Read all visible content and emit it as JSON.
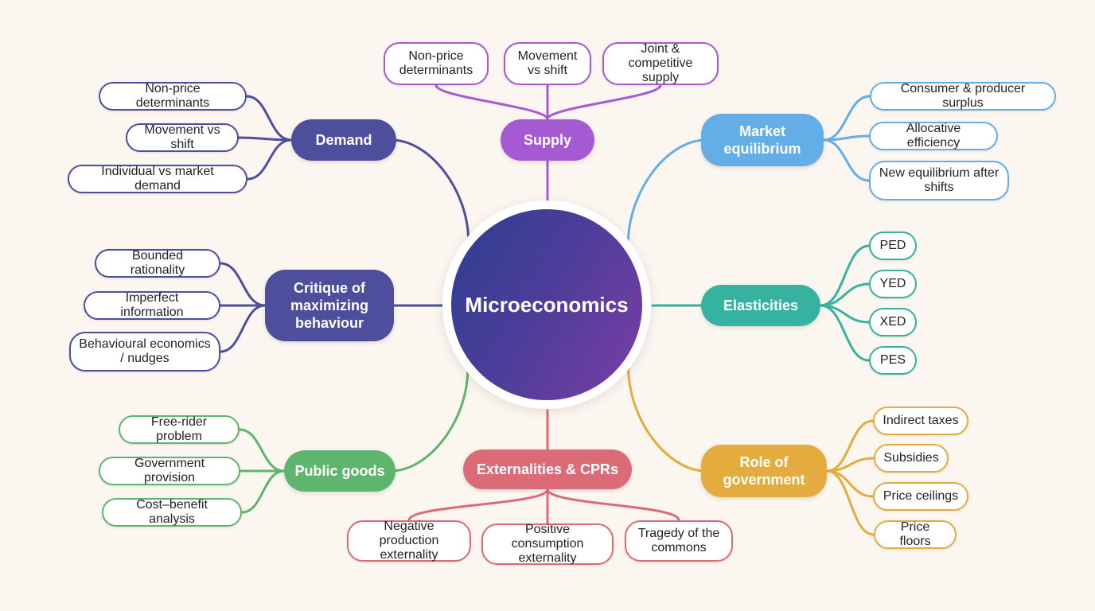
{
  "center": {
    "label": "Microeconomics"
  },
  "branches": {
    "demand": {
      "label": "Demand",
      "color": "#4e4f9c",
      "leaves": [
        "Non-price determinants",
        "Movement vs shift",
        "Individual vs market demand"
      ]
    },
    "supply": {
      "label": "Supply",
      "color": "#a55ad2",
      "leaves": [
        "Non-price determinants",
        "Movement vs shift",
        "Joint & competitive supply"
      ]
    },
    "market": {
      "label": "Market equilibrium",
      "color": "#63aee6",
      "leaves": [
        "Consumer & producer surplus",
        "Allocative efficiency",
        "New equilibrium after shifts"
      ]
    },
    "critique": {
      "label": "Critique of maximizing behaviour",
      "color": "#4e4f9c",
      "leaves": [
        "Bounded rationality",
        "Imperfect information",
        "Behavioural economics / nudges"
      ]
    },
    "elasticities": {
      "label": "Elasticities",
      "color": "#36b3a0",
      "leaves": [
        "PED",
        "YED",
        "XED",
        "PES"
      ]
    },
    "public": {
      "label": "Public goods",
      "color": "#5eb56e",
      "leaves": [
        "Free-rider problem",
        "Government provision",
        "Cost–benefit analysis"
      ]
    },
    "externalities": {
      "label": "Externalities & CPRs",
      "color": "#dc6b78",
      "leaves": [
        "Negative production externality",
        "Positive consumption externality",
        "Tragedy of the commons"
      ]
    },
    "government": {
      "label": "Role of government",
      "color": "#e4ac3e",
      "leaves": [
        "Indirect taxes",
        "Subsidies",
        "Price ceilings",
        "Price floors"
      ]
    }
  }
}
